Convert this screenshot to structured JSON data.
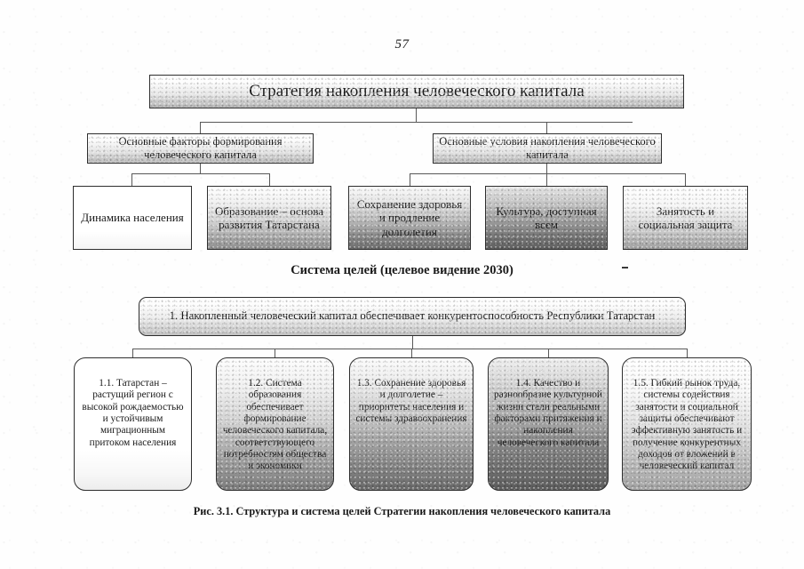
{
  "page": {
    "number": "57",
    "caption": "Рис. 3.1. Структура и система целей Стратегии накопления человеческого капитала"
  },
  "diagram": {
    "title": "Стратегия накопления человеческого капитала",
    "level2": [
      {
        "label": "Основные факторы формирования человеческого капитала"
      },
      {
        "label": "Основные условия накопления человеческого капитала"
      }
    ],
    "level3": [
      {
        "label": "Динамика населения"
      },
      {
        "label": "Образование – основа развития Татарстана"
      },
      {
        "label": "Сохранение здоровья и продление долголетия"
      },
      {
        "label": "Культура, доступная всем"
      },
      {
        "label": "Занятость и социальная защита"
      }
    ]
  },
  "goals": {
    "heading": "Система целей (целевое видение 2030)",
    "root": "1. Накопленный человеческий капитал обеспечивает конкурентоспособность Республики Татарстан",
    "items": [
      {
        "label": "1.1. Татарстан – растущий регион с высокой рождаемостью и устойчивым миграционным притоком населения"
      },
      {
        "label": "1.2. Система образования обеспечивает формирование человеческого капитала, соответствующего потребностям общества и экономики"
      },
      {
        "label": "1.3. Сохранение здоровья и долголетие – приоритеты населения и системы здравоохранения"
      },
      {
        "label": "1.4. Качество и разнообразие культурной жизни стали реальными факторами притяжения и накопления человеческого капитала"
      },
      {
        "label": "1.5. Гибкий рынок труда, системы содействия занятости и социальной защиты обеспечивают эффективную занятость и получение конкурентных доходов от вложений в человеческий капитал"
      }
    ]
  }
}
